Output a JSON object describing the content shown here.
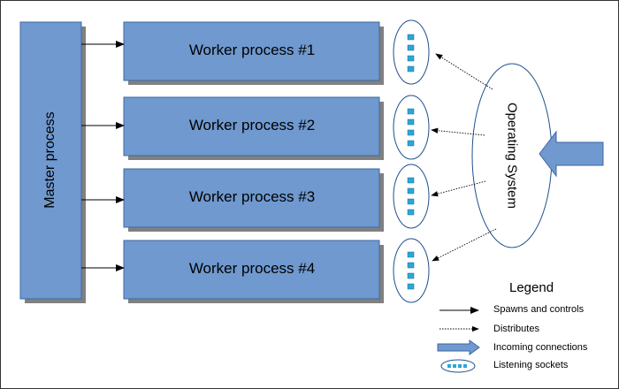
{
  "master": {
    "label": "Master process"
  },
  "workers": [
    {
      "label": "Worker process #1"
    },
    {
      "label": "Worker process #2"
    },
    {
      "label": "Worker process #3"
    },
    {
      "label": "Worker process #4"
    }
  ],
  "os": {
    "label": "Operating System"
  },
  "legend": {
    "title": "Legend",
    "items": [
      {
        "label": "Spawns and controls",
        "symbol": "solid-arrow"
      },
      {
        "label": "Distributes",
        "symbol": "dotted-arrow"
      },
      {
        "label": "Incoming connections",
        "symbol": "block-arrow"
      },
      {
        "label": "Listening sockets",
        "symbol": "socket-ellipse"
      }
    ]
  },
  "colors": {
    "box_fill": "#6f99cf",
    "box_stroke": "#3e67a3",
    "shadow": "#808080",
    "socket": "#2aa7d6",
    "socket_ellipse_stroke": "#1f4f8c",
    "line": "#000000"
  }
}
